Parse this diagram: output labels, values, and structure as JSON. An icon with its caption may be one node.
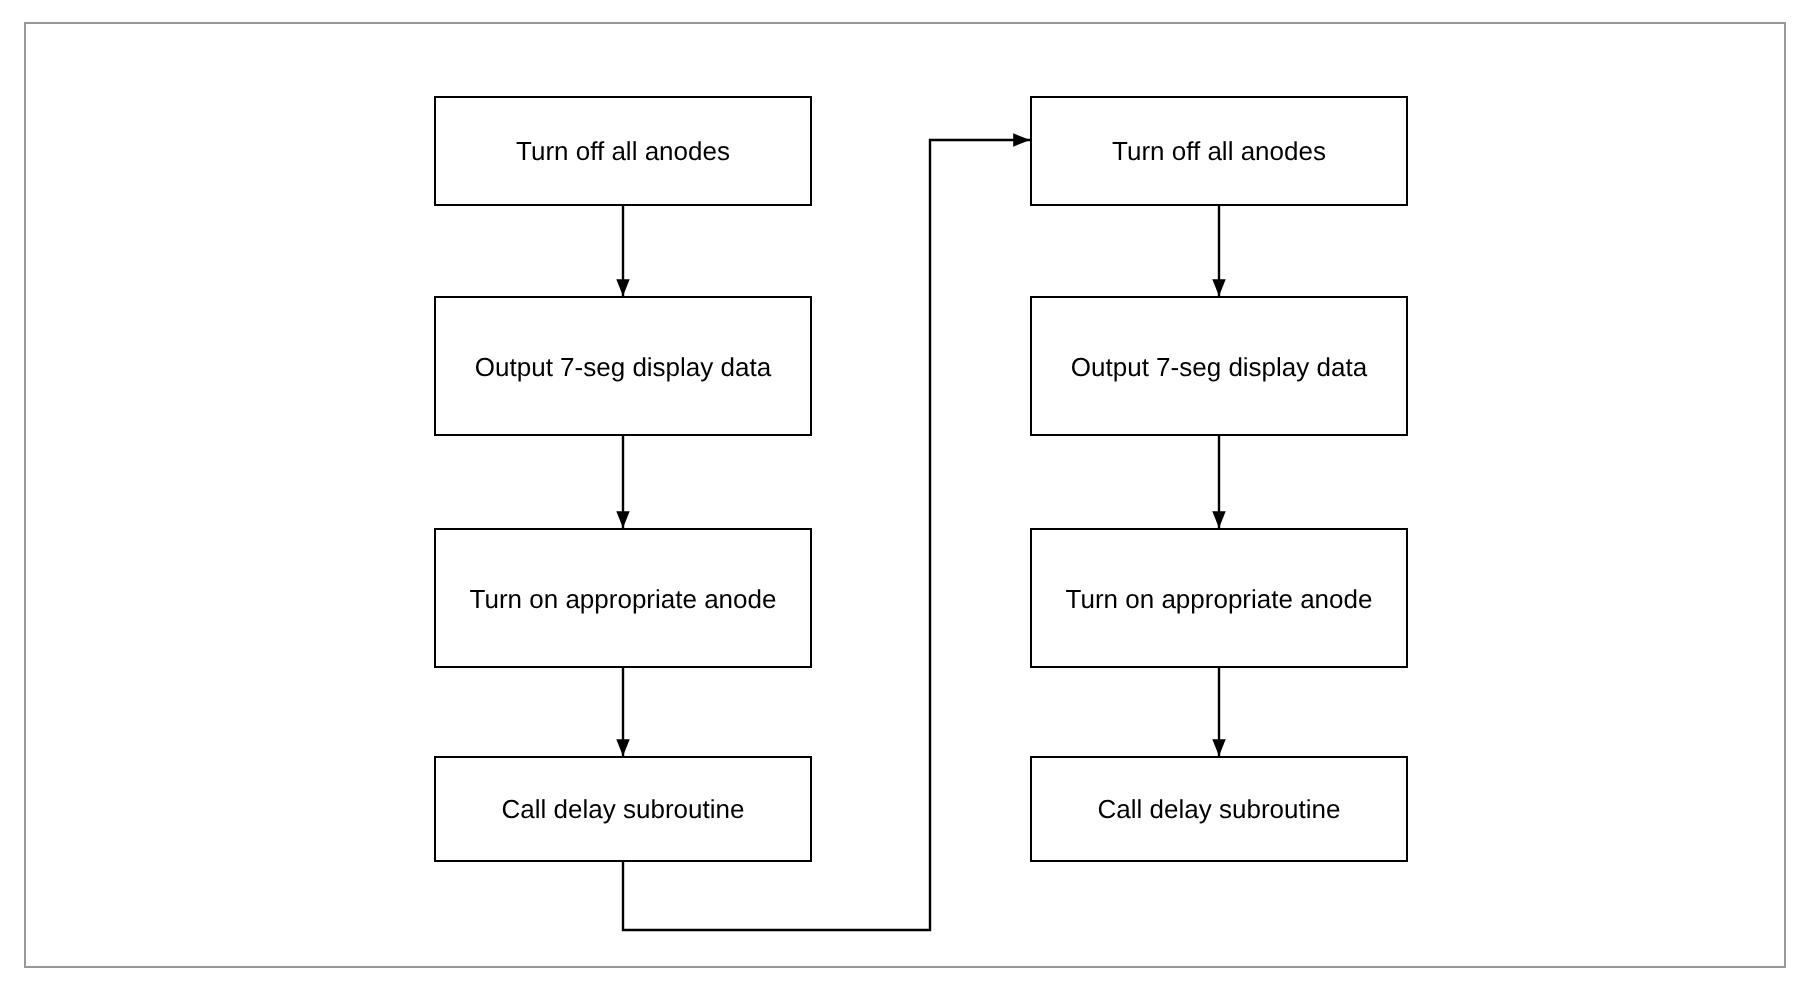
{
  "diagram": {
    "nodes": [
      {
        "text": [
          "Turn off all anodes"
        ]
      },
      {
        "text": [
          "Output 7-seg display data"
        ]
      },
      {
        "text": [
          "Turn on appropriate anode"
        ]
      },
      {
        "text": [
          "Call delay subroutine"
        ]
      },
      {
        "text": [
          "Turn off all anodes"
        ]
      },
      {
        "text": [
          "Output 7-seg display data"
        ]
      },
      {
        "text": [
          "Turn on appropriate anode"
        ]
      },
      {
        "text": [
          "Call delay subroutine"
        ]
      }
    ],
    "edges": [
      {
        "from": 0,
        "to": 1,
        "arrow": "to"
      },
      {
        "from": 1,
        "to": 2,
        "arrow": "to"
      },
      {
        "from": 2,
        "to": 3,
        "arrow": "to"
      },
      {
        "from": 3,
        "to": 4,
        "arrow": "to"
      },
      {
        "from": 4,
        "to": 5,
        "arrow": "to"
      },
      {
        "from": 5,
        "to": 6,
        "arrow": "to"
      },
      {
        "from": 6,
        "to": 7,
        "arrow": "to"
      }
    ]
  }
}
